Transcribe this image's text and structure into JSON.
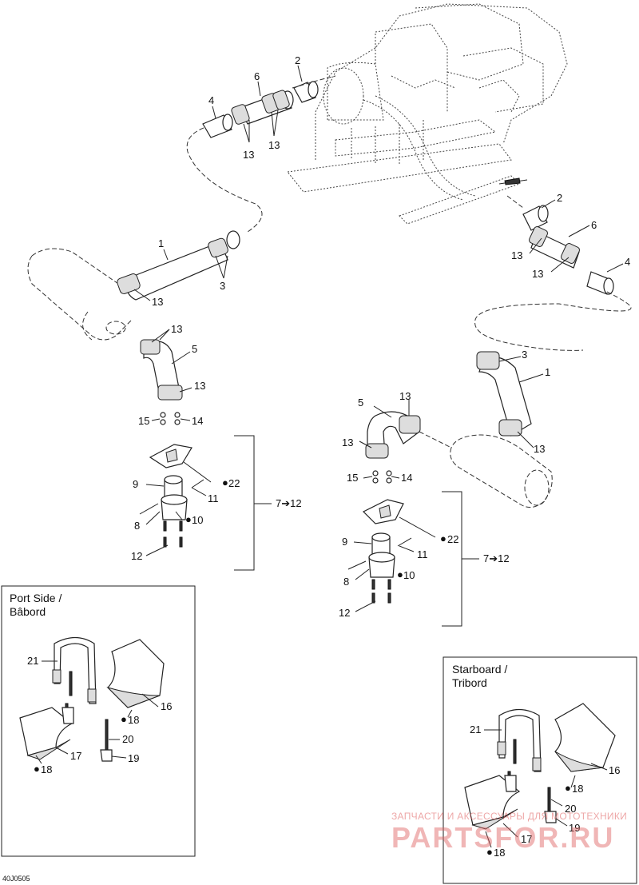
{
  "diagram": {
    "reference_code": "40J0505",
    "callouts": {
      "top_left": {
        "p1": "1",
        "p2": "2",
        "p3": "3",
        "p4": "4",
        "p5": "5",
        "p6": "6",
        "p13a": "13",
        "p13b": "13",
        "p13c": "13",
        "p13d": "13",
        "p13e": "13"
      },
      "top_right": {
        "p1": "1",
        "p2": "2",
        "p3": "3",
        "p4": "4",
        "p6": "6",
        "p13a": "13",
        "p13b": "13",
        "p13c": "13"
      },
      "mid_left": {
        "p5": "5",
        "p13a": "13",
        "p13b": "13",
        "p14": "14",
        "p15": "15"
      },
      "mid_right": {
        "p5": "5",
        "p13a": "13",
        "p13b": "13",
        "p14": "14",
        "p15": "15"
      },
      "drain_left": {
        "p8": "8",
        "p9": "9",
        "p10": "10",
        "p11": "11",
        "p12": "12",
        "p22": "22",
        "range": "7➔12"
      },
      "drain_right": {
        "p8": "8",
        "p9": "9",
        "p10": "10",
        "p11": "11",
        "p12": "12",
        "p22": "22",
        "range": "7➔12"
      }
    },
    "port_box": {
      "title_line1": "Port Side /",
      "title_line2": "Bâbord",
      "p16": "16",
      "p17": "17",
      "p18a": "18",
      "p18b": "18",
      "p19": "19",
      "p20": "20",
      "p21": "21"
    },
    "starboard_box": {
      "title_line1": "Starboard /",
      "title_line2": "Tribord",
      "p16": "16",
      "p17": "17",
      "p18a": "18",
      "p18b": "18",
      "p19": "19",
      "p20": "20",
      "p21": "21"
    },
    "watermark": {
      "line1": "ЗАПЧАСТИ И АКСЕССУАРЫ ДЛЯ МОТОТЕХНИКИ",
      "line2": "PARTSFOR.RU"
    },
    "colors": {
      "ink": "#111111",
      "watermark": "#e06060",
      "background": "#ffffff"
    }
  }
}
